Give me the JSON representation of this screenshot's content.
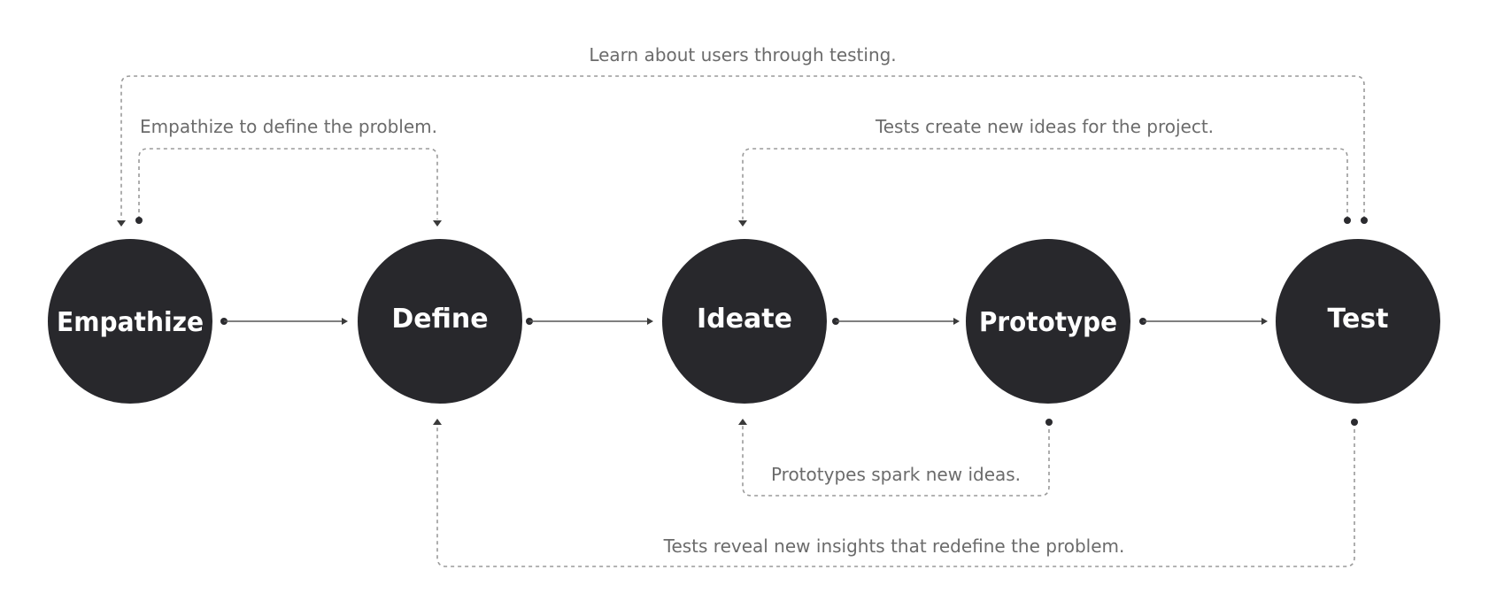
{
  "stages": [
    {
      "key": "empathize",
      "label": "Empathize"
    },
    {
      "key": "define",
      "label": "Define"
    },
    {
      "key": "ideate",
      "label": "Ideate"
    },
    {
      "key": "prototype",
      "label": "Prototype"
    },
    {
      "key": "test",
      "label": "Test"
    }
  ],
  "loops": {
    "learn": "Learn about users through testing.",
    "empathize_define": "Empathize to define the problem.",
    "tests_ideas": "Tests create new ideas for the project.",
    "prototypes_ideas": "Prototypes spark new ideas.",
    "tests_insights": "Tests reveal new insights that redefine the problem."
  },
  "colors": {
    "circle": "#28282c",
    "label": "#ffffff",
    "note": "#6b6b6b",
    "connector": "#9a9a9a"
  }
}
